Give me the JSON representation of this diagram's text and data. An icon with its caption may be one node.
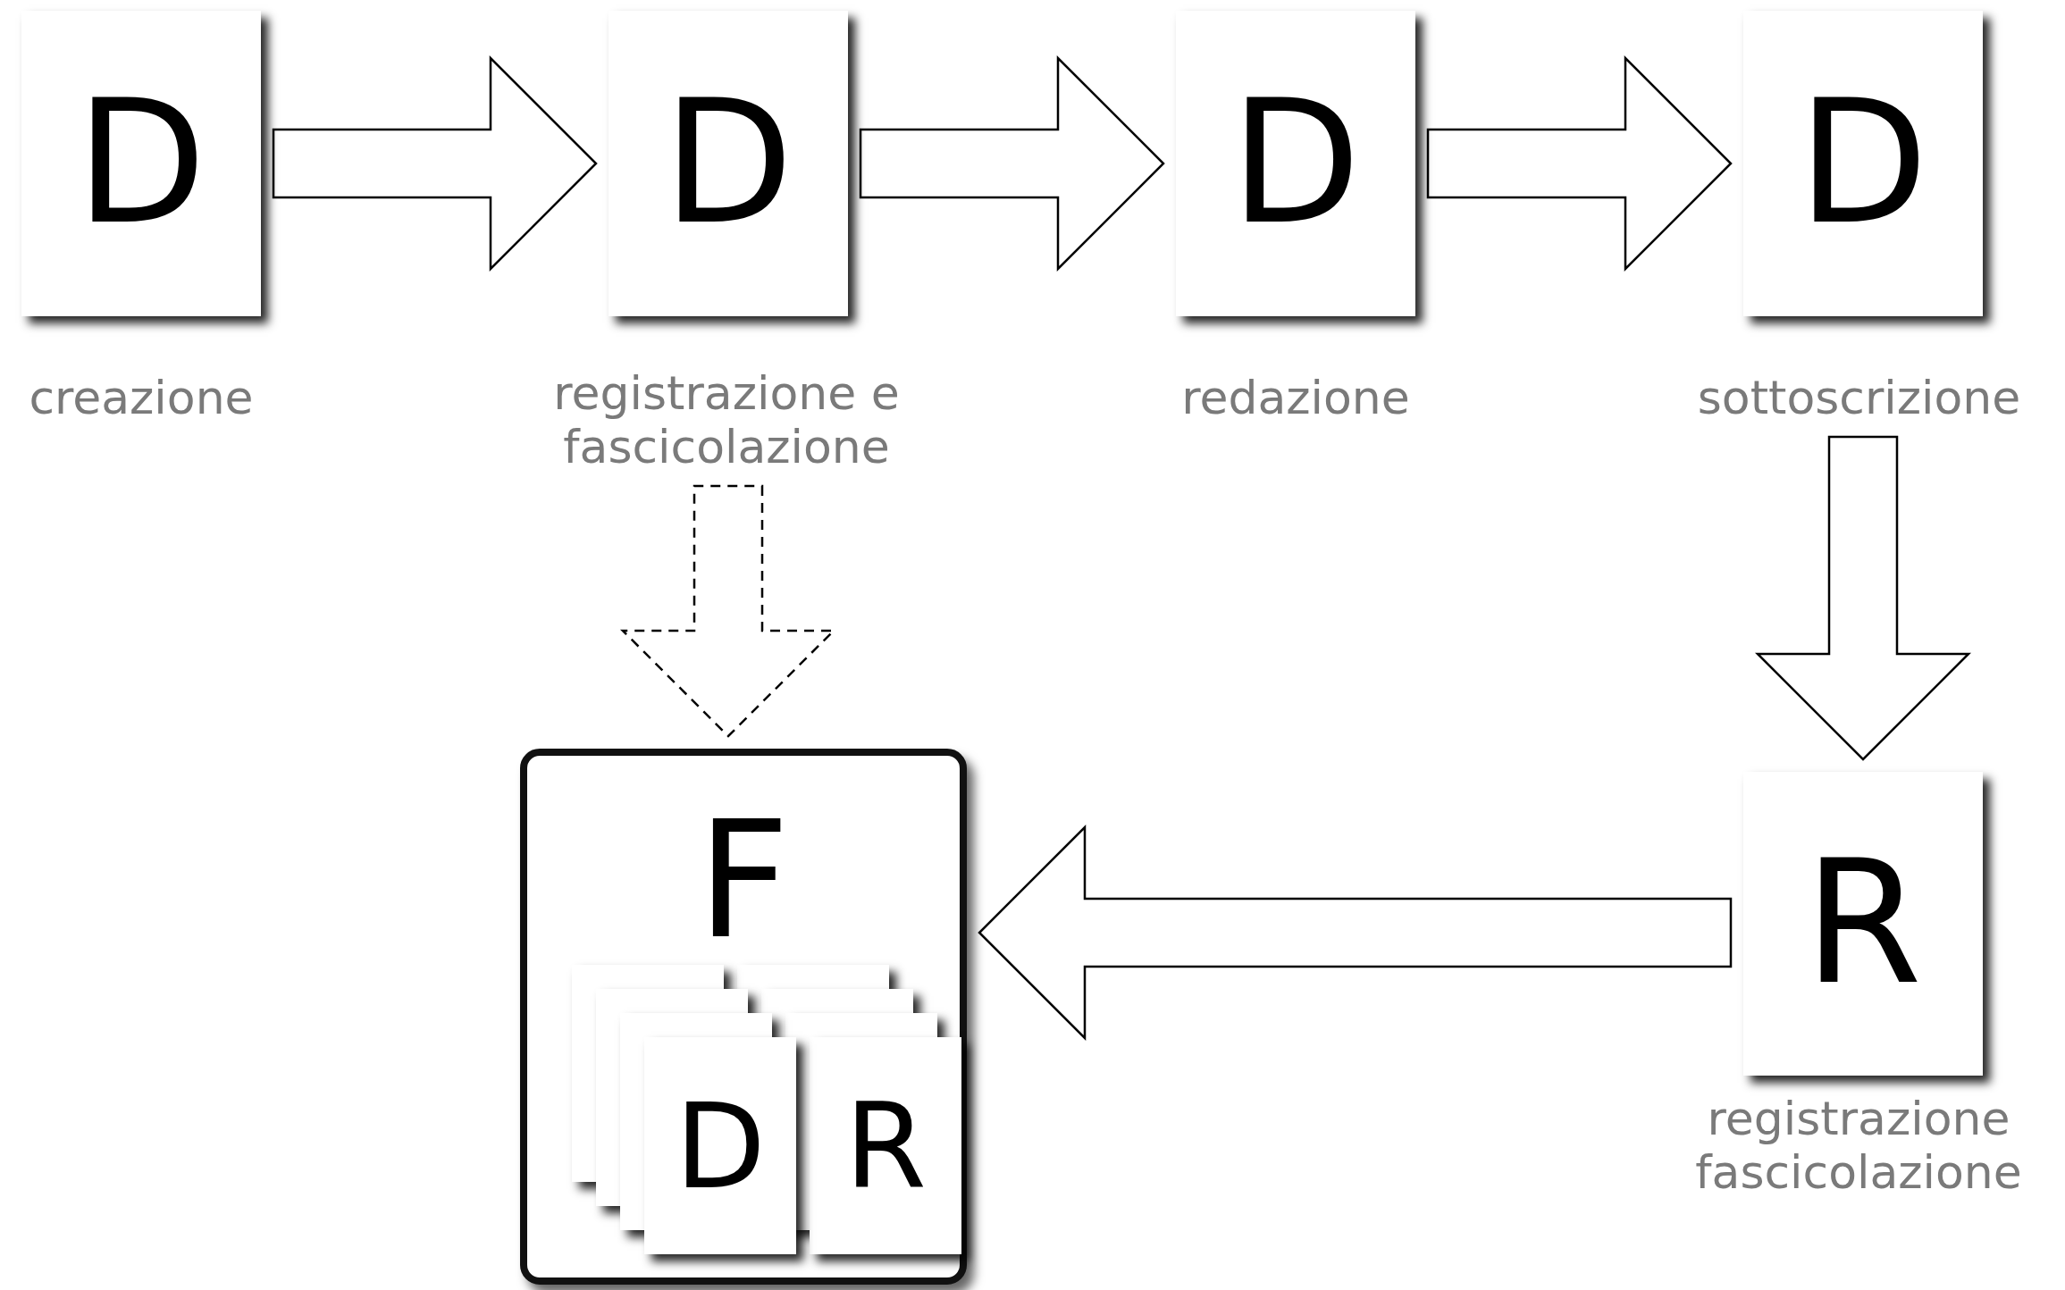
{
  "diagram": {
    "nodes": [
      {
        "text": [
          "D"
        ],
        "beside": [
          "creazione"
        ]
      },
      {
        "text": [
          "D"
        ],
        "beside": [
          "registrazione e fascicolazione"
        ]
      },
      {
        "text": [
          "D"
        ],
        "beside": [
          "redazione"
        ]
      },
      {
        "text": [
          "D"
        ],
        "beside": [
          "sottoscrizione"
        ]
      },
      {
        "text": [
          "R"
        ],
        "beside": [
          "registrazione fascicolazione"
        ]
      },
      {
        "text": [
          "F"
        ]
      },
      {
        "text": [
          "D"
        ],
        "in": 5
      },
      {
        "text": [
          "R"
        ],
        "in": 5
      }
    ],
    "edges": [
      {
        "from": 0,
        "to": 1,
        "arrow": "to"
      },
      {
        "from": 1,
        "to": 2,
        "arrow": "to"
      },
      {
        "from": 2,
        "to": 3,
        "arrow": "to"
      },
      {
        "from": 3,
        "to": 4,
        "arrow": "to"
      },
      {
        "from": 4,
        "to": 5,
        "arrow": "to"
      },
      {
        "from": 1,
        "to": 5,
        "arrow": "to",
        "style": "dashed"
      }
    ]
  }
}
